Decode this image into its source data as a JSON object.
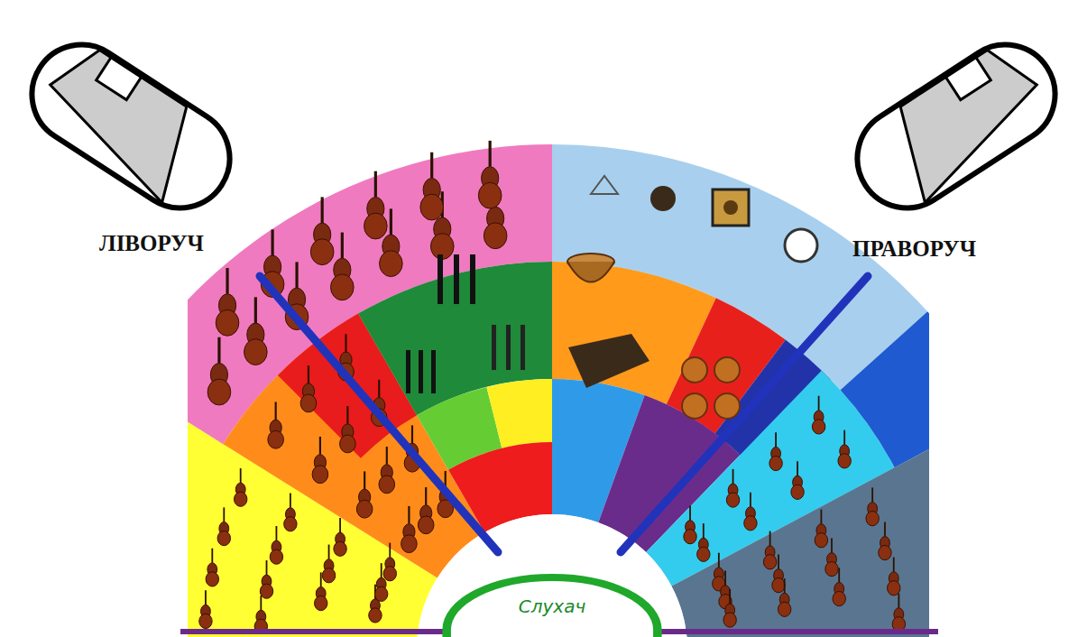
{
  "diagram": {
    "nodes": [
      {
        "text": [
          "Слухач"
        ]
      }
    ],
    "labels": [
      "ЛІВОРУЧ",
      "ПРАВОРУЧ"
    ]
  }
}
